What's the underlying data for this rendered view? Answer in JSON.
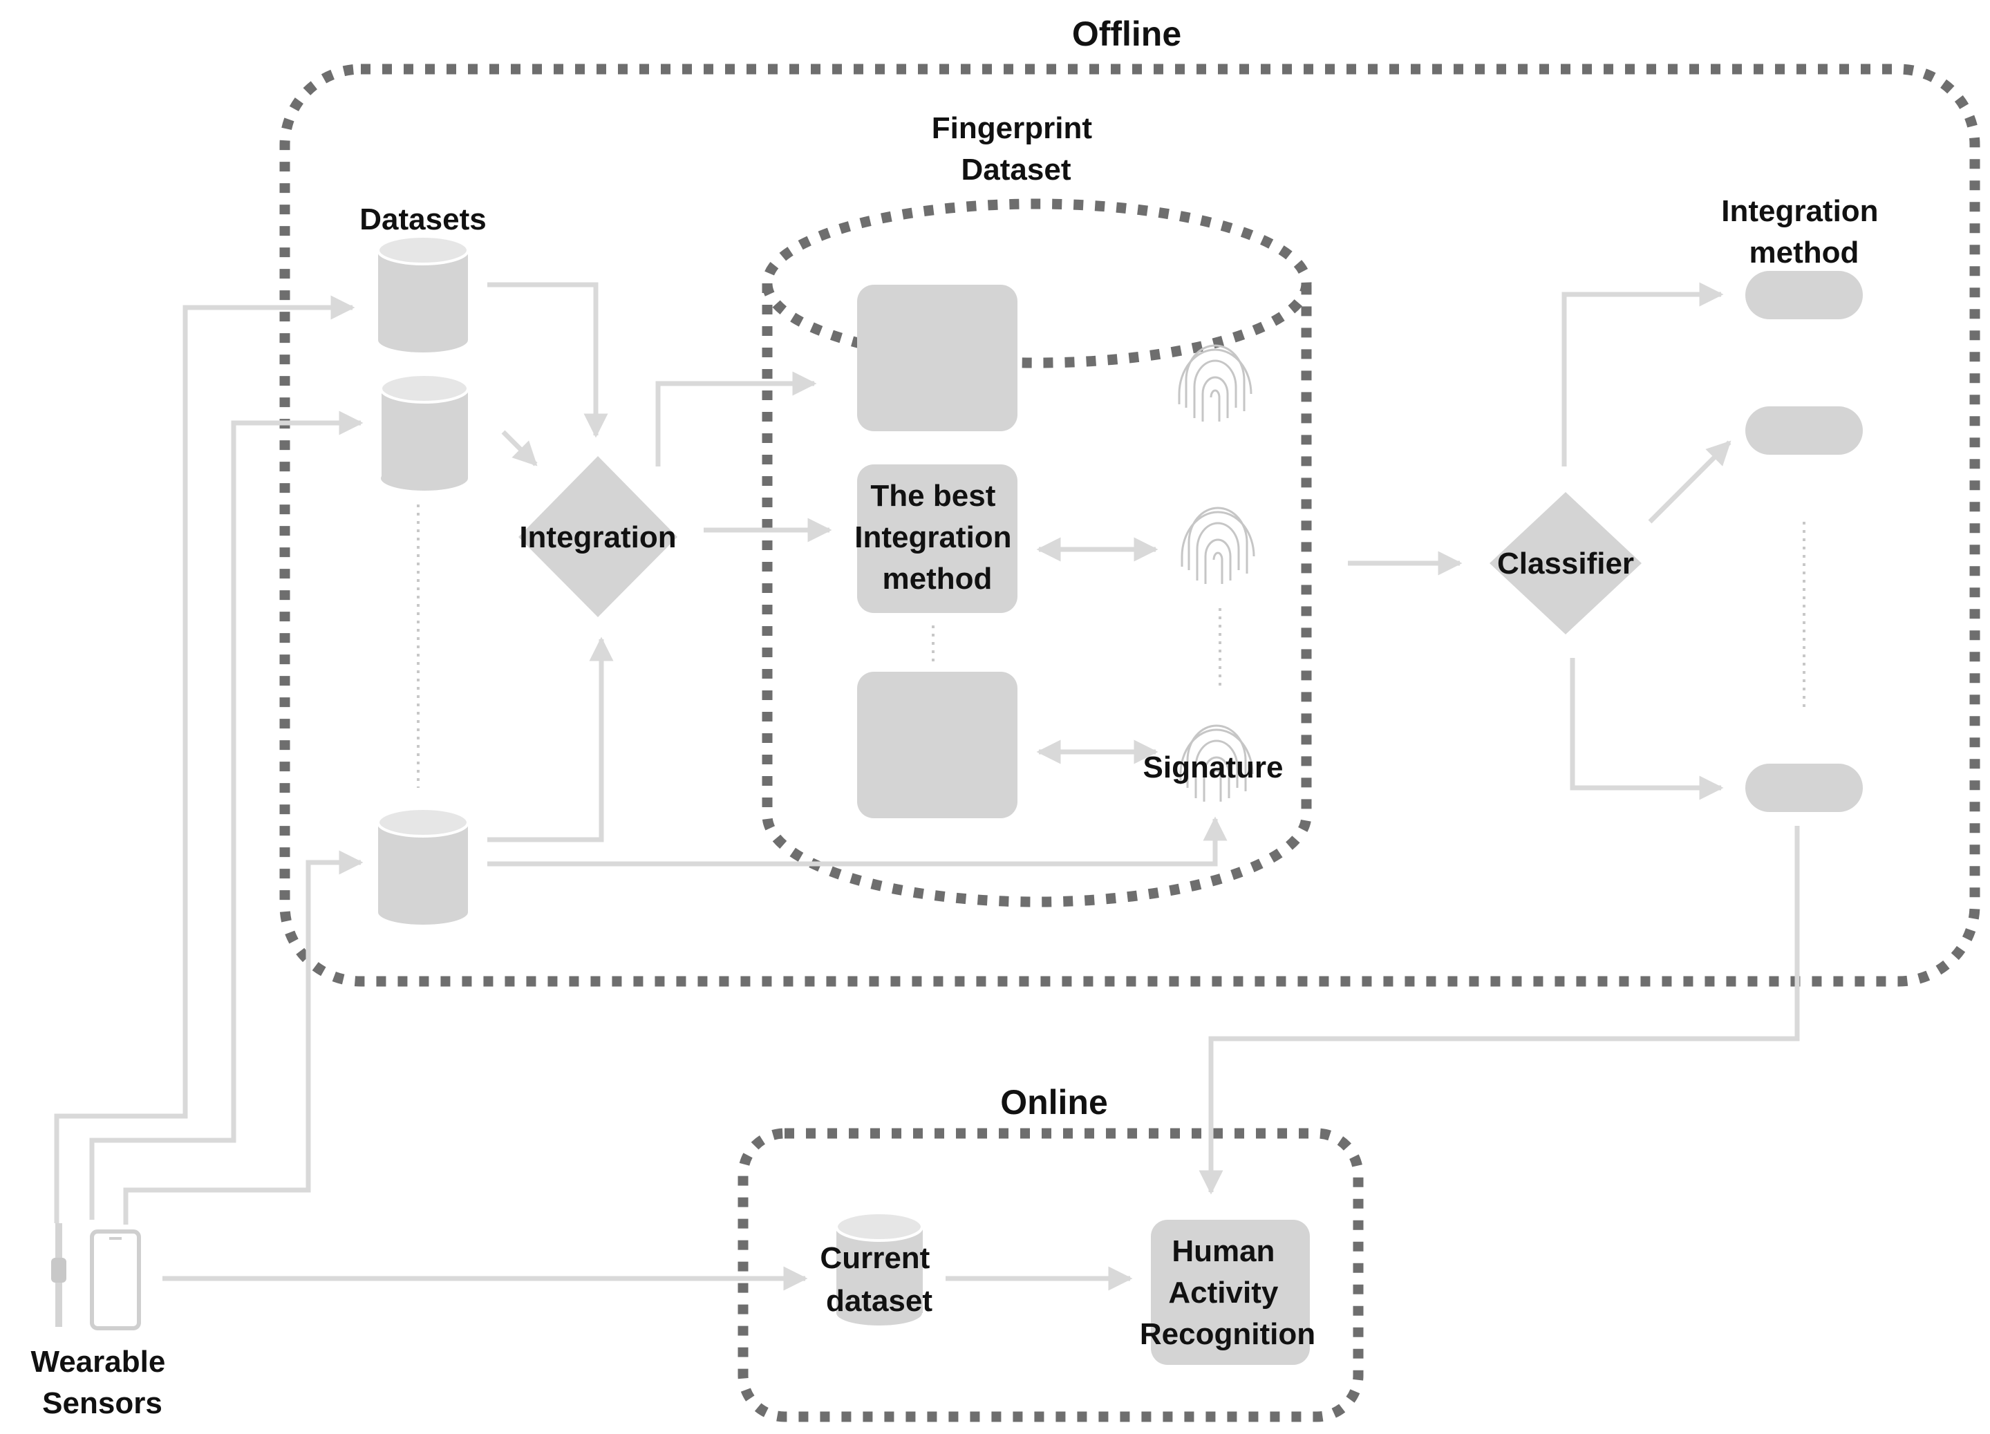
{
  "offline": {
    "title": "Offline"
  },
  "online": {
    "title": "Online"
  },
  "datasets": {
    "label": "Datasets"
  },
  "integration": {
    "label": "Integration"
  },
  "fingerprint_dataset": {
    "label_line1": "Fingerprint",
    "label_line2": "Dataset"
  },
  "best_method": {
    "line1": "The best",
    "line2": "Integration",
    "line3": "method"
  },
  "signature": {
    "label": "Signature"
  },
  "classifier": {
    "label": "Classifier"
  },
  "integration_method": {
    "line1": "Integration",
    "line2": "method"
  },
  "current_dataset": {
    "line1": "Current",
    "line2": "dataset"
  },
  "har": {
    "line1": "Human",
    "line2": "Activity",
    "line3": "Recognition"
  },
  "wearable_sensors": {
    "line1": "Wearable",
    "line2": "Sensors"
  },
  "colors": {
    "container_border": "#6e6e6e",
    "shape_fill": "#d4d4d4",
    "flow_line": "#d9d9d9",
    "text": "#111111"
  }
}
